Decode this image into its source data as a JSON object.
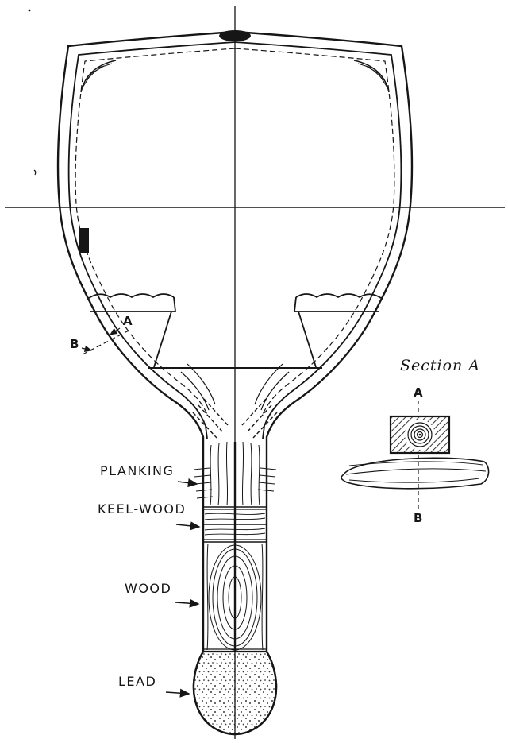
{
  "figure": {
    "ink_color": "#161616",
    "paper_color": "#ffffff",
    "labels": {
      "planking": "PLANKING",
      "keel_wood": "KEEL-WOOD",
      "wood": "WOOD",
      "lead": "LEAD"
    },
    "cut_marks": {
      "a": "A",
      "b": "B"
    },
    "section_detail": {
      "title": "Section A",
      "top_letter": "A",
      "bottom_letter": "B"
    }
  }
}
